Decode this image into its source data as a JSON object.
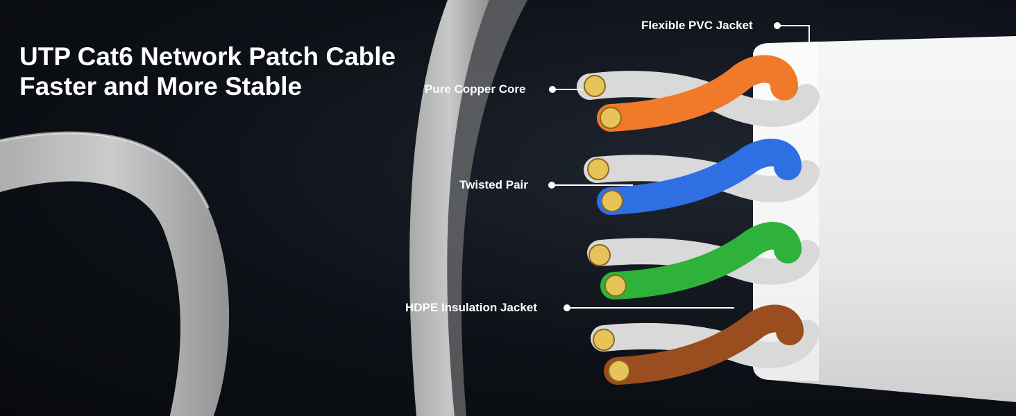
{
  "headline": {
    "line1": "UTP Cat6 Network Patch Cable",
    "line2": "Faster and More Stable"
  },
  "callouts": {
    "jacket": "Flexible PVC Jacket",
    "copper": "Pure Copper Core",
    "twisted": "Twisted Pair",
    "insulation": "HDPE Insulation Jacket"
  },
  "colors": {
    "background": "#0d1117",
    "cable_white": "#e6e6e6",
    "pair_orange": "#f07a2a",
    "pair_blue": "#2f6fe4",
    "pair_green": "#2fb23a",
    "pair_brown": "#9a4d1f",
    "copper": "#e8c35a"
  }
}
